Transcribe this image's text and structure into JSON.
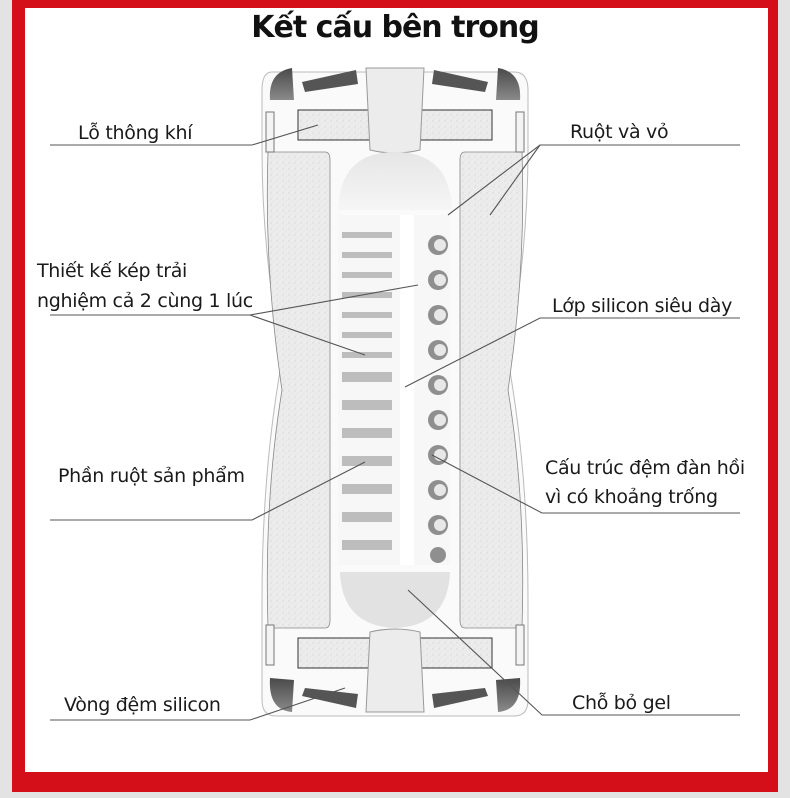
{
  "title": "Kết cấu bên trong",
  "colors": {
    "frame": "#d40f1a",
    "outer_bg": "#e3e3e3",
    "content_bg": "#ffffff",
    "leader_line": "#555555"
  },
  "labels_left": [
    {
      "id": "air-vent",
      "text": "Lỗ thông khí"
    },
    {
      "id": "double-design-1",
      "text": "Thiết kế kép trải"
    },
    {
      "id": "double-design-2",
      "text": "nghiệm cả 2 cùng 1 lúc"
    },
    {
      "id": "inner-part",
      "text": "Phần ruột sản phẩm"
    },
    {
      "id": "silicon-ring",
      "text": "Vòng đệm silicon"
    }
  ],
  "labels_right": [
    {
      "id": "core-shell",
      "text": "Ruột và vỏ"
    },
    {
      "id": "thick-silicon",
      "text": "Lớp silicon siêu dày"
    },
    {
      "id": "cushion-1",
      "text": "Cấu trúc đệm đàn hồi"
    },
    {
      "id": "cushion-2",
      "text": "vì có khoảng trống"
    },
    {
      "id": "gel-slot",
      "text": "Chỗ bỏ gel"
    }
  ]
}
